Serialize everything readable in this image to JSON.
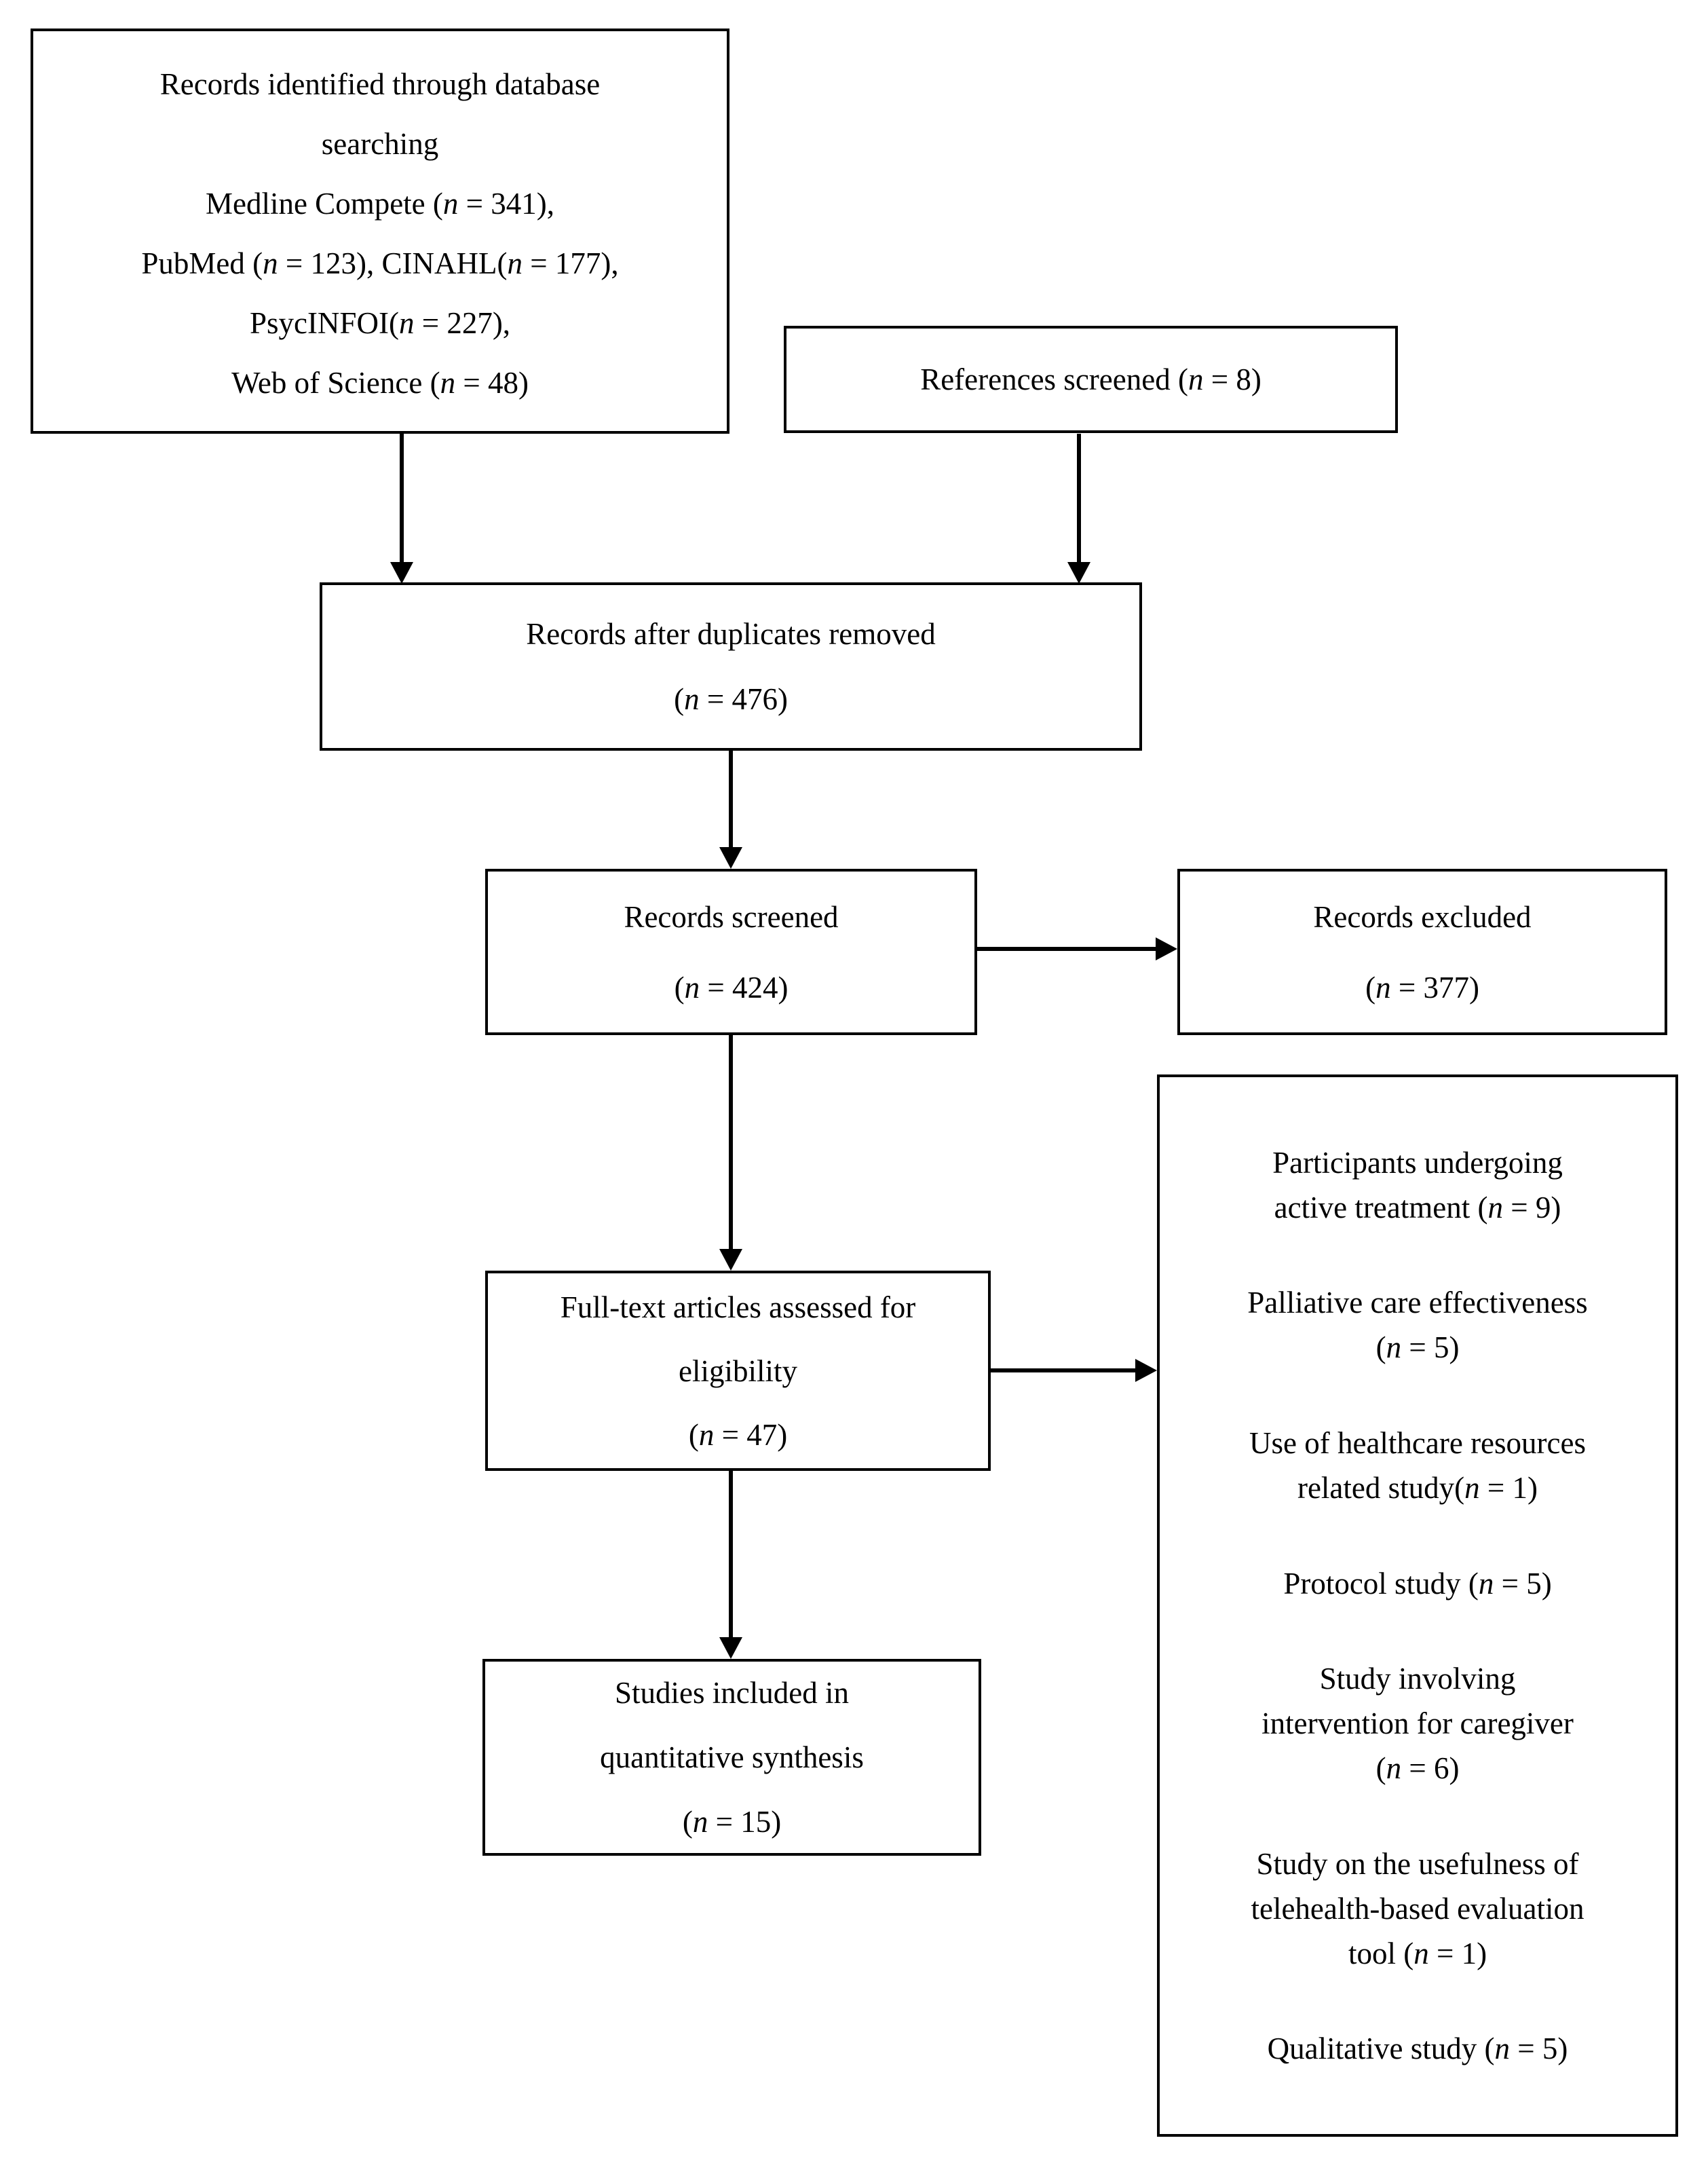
{
  "diagram": {
    "kind": "study-selection-flowchart",
    "colors": {
      "border": "#000000",
      "background": "#ffffff",
      "text": "#000000"
    },
    "boxes": {
      "identification": {
        "lines": [
          [
            {
              "t": "Records identified through database"
            }
          ],
          [
            {
              "t": "searching"
            }
          ],
          [
            {
              "t": "Medline Compete ("
            },
            {
              "t": "n",
              "i": true
            },
            {
              "t": " = 341),"
            }
          ],
          [
            {
              "t": "PubMed ("
            },
            {
              "t": "n",
              "i": true
            },
            {
              "t": " = 123), CINAHL("
            },
            {
              "t": "n",
              "i": true
            },
            {
              "t": " = 177),"
            }
          ],
          [
            {
              "t": "PsycINFOI("
            },
            {
              "t": "n",
              "i": true
            },
            {
              "t": " = 227),"
            }
          ],
          [
            {
              "t": "Web of Science ("
            },
            {
              "t": "n",
              "i": true
            },
            {
              "t": " = 48)"
            }
          ]
        ]
      },
      "references": {
        "lines": [
          [
            {
              "t": "References screened ("
            },
            {
              "t": "n",
              "i": true
            },
            {
              "t": " = 8)"
            }
          ]
        ]
      },
      "duplicates": {
        "lines": [
          [
            {
              "t": "Records after duplicates removed"
            }
          ],
          [
            {
              "t": "("
            },
            {
              "t": "n",
              "i": true
            },
            {
              "t": " = 476)"
            }
          ]
        ]
      },
      "screened": {
        "lines": [
          [
            {
              "t": "Records screened"
            }
          ],
          [
            {
              "t": "("
            },
            {
              "t": "n",
              "i": true
            },
            {
              "t": " = 424)"
            }
          ]
        ]
      },
      "excluded": {
        "lines": [
          [
            {
              "t": "Records excluded"
            }
          ],
          [
            {
              "t": "("
            },
            {
              "t": "n",
              "i": true
            },
            {
              "t": " = 377)"
            }
          ]
        ]
      },
      "fulltext": {
        "lines": [
          [
            {
              "t": "Full-text articles assessed for"
            }
          ],
          [
            {
              "t": "eligibility"
            }
          ],
          [
            {
              "t": "("
            },
            {
              "t": "n",
              "i": true
            },
            {
              "t": " = 47)"
            }
          ]
        ]
      },
      "included": {
        "lines": [
          [
            {
              "t": "Studies included in"
            }
          ],
          [
            {
              "t": "quantitative synthesis"
            }
          ],
          [
            {
              "t": "("
            },
            {
              "t": "n",
              "i": true
            },
            {
              "t": " = 15)"
            }
          ]
        ]
      },
      "reasons": {
        "paragraphs": [
          [
            [
              {
                "t": "Participants undergoing"
              }
            ],
            [
              {
                "t": "active treatment ("
              },
              {
                "t": "n",
                "i": true
              },
              {
                "t": " = 9)"
              }
            ]
          ],
          [
            [
              {
                "t": "Palliative care effectiveness"
              }
            ],
            [
              {
                "t": "("
              },
              {
                "t": "n",
                "i": true
              },
              {
                "t": " = 5)"
              }
            ]
          ],
          [
            [
              {
                "t": "Use of healthcare resources"
              }
            ],
            [
              {
                "t": "related study("
              },
              {
                "t": "n",
                "i": true
              },
              {
                "t": " = 1)"
              }
            ]
          ],
          [
            [
              {
                "t": "Protocol study ("
              },
              {
                "t": "n",
                "i": true
              },
              {
                "t": " = 5)"
              }
            ]
          ],
          [
            [
              {
                "t": "Study involving"
              }
            ],
            [
              {
                "t": "intervention for caregiver"
              }
            ],
            [
              {
                "t": "("
              },
              {
                "t": "n",
                "i": true
              },
              {
                "t": " = 6)"
              }
            ]
          ],
          [
            [
              {
                "t": "Study on the usefulness of"
              }
            ],
            [
              {
                "t": "telehealth-based evaluation"
              }
            ],
            [
              {
                "t": "tool ("
              },
              {
                "t": "n",
                "i": true
              },
              {
                "t": " = 1)"
              }
            ]
          ],
          [
            [
              {
                "t": "Qualitative study ("
              },
              {
                "t": "n",
                "i": true
              },
              {
                "t": " = 5)"
              }
            ]
          ]
        ]
      }
    }
  }
}
